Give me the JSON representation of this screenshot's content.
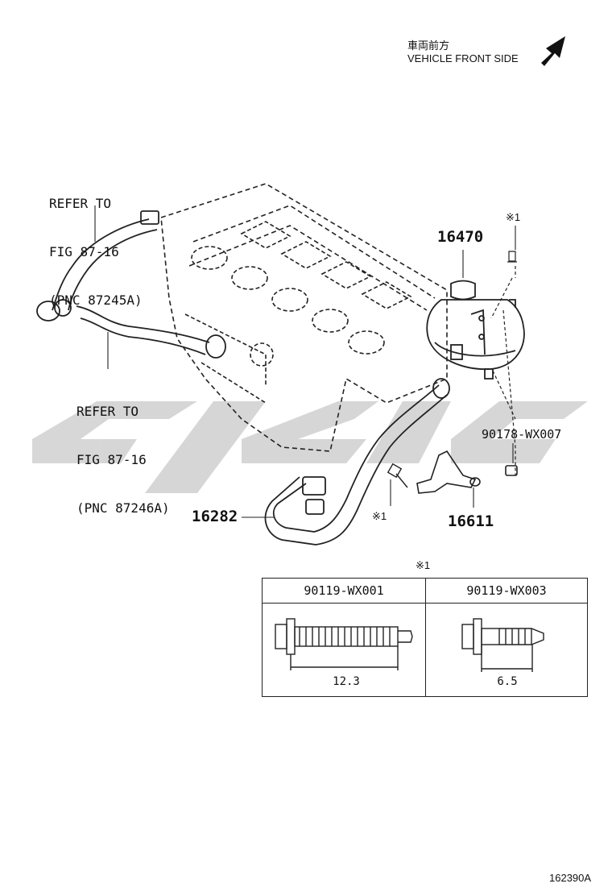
{
  "header": {
    "direction_jp": "車両前方",
    "direction_en": "VEHICLE FRONT SIDE"
  },
  "refs": [
    {
      "line1": "REFER TO",
      "line2": "FIG 87-16",
      "line3": "(PNC 87245A)"
    },
    {
      "line1": "REFER TO",
      "line2": "FIG 87-16",
      "line3": "(PNC 87246A)"
    }
  ],
  "parts": {
    "reservoir": "16470",
    "hose": "16282",
    "bracket": "16611",
    "nut": "90178-WX007"
  },
  "marks": {
    "note_symbol": "※1"
  },
  "table": {
    "note": "※1",
    "columns": [
      {
        "part": "90119-WX001",
        "length": "12.3"
      },
      {
        "part": "90119-WX003",
        "length": "6.5"
      }
    ]
  },
  "footer": {
    "figure_id": "162390A"
  },
  "colors": {
    "line": "#222222",
    "watermark": "#cfcfcf"
  }
}
